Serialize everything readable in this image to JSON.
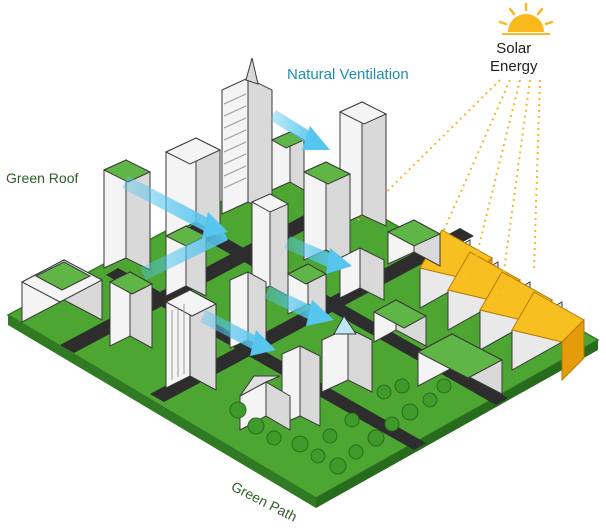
{
  "labels": {
    "natural_ventilation": "Natural Ventilation",
    "green_roof": "Green Roof",
    "solar_line1": "Solar",
    "solar_line2": "Energy",
    "green_path": "Green Path"
  },
  "colors": {
    "grass": "#4da532",
    "grass_dark": "#2f7a22",
    "road": "#2d2d2d",
    "building_front": "#f4f4f4",
    "building_side": "#d9d9d9",
    "roof_green": "#5fb545",
    "solar_panel": "#f7bf20",
    "solar_panel_dark": "#e59c0a",
    "airflow": "#56c6ef",
    "sun": "#f9b81b",
    "sunray_dotted": "#f2b928",
    "tree": "#3f9a2c",
    "outline": "#3a3a3a"
  },
  "icons": {
    "sun": "sun-icon",
    "airflow": "arrow-right-icon"
  }
}
